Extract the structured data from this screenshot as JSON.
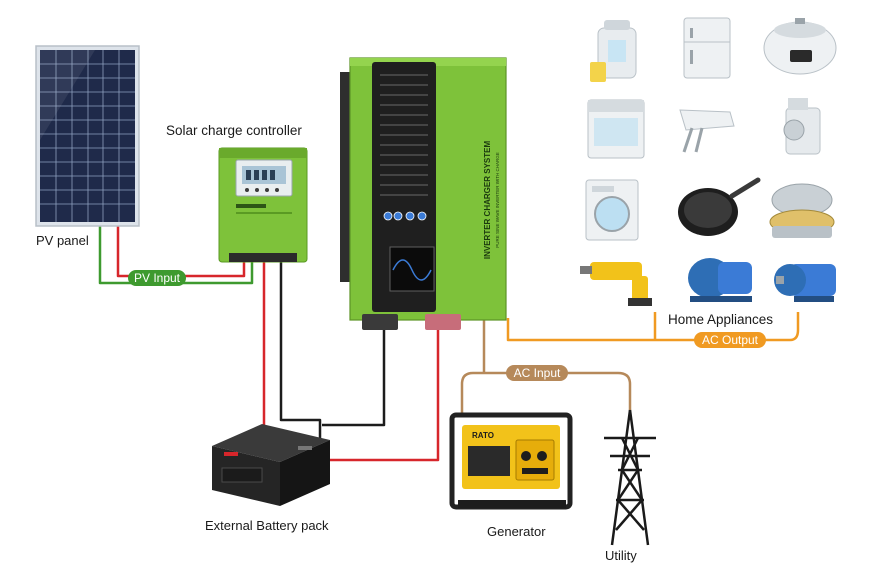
{
  "labels": {
    "pv_panel": "PV panel",
    "solar_charge_controller": "Solar charge controller",
    "home_appliances": "Home Appliances",
    "external_battery": "External Battery pack",
    "generator": "Generator",
    "utility": "Utility"
  },
  "connections": {
    "pv_input": "PV Input",
    "ac_input": "AC Input",
    "ac_output": "AC Output"
  },
  "inverter": {
    "side_text": "INVERTER CHARGER SYSTEM",
    "side_subtext": "PURE SINE WAVE INVERTER WITH CHARGE"
  },
  "generator": {
    "brand": "RATO"
  },
  "appliances": [
    "juicer-icon",
    "refrigerator-icon",
    "rice-cooker-icon",
    "dishwasher-icon",
    "hand-mixer-icon",
    "meat-grinder-icon",
    "washing-machine-icon",
    "frying-pan-icon",
    "waffle-maker-icon",
    "power-drill-icon",
    "water-pump-icon",
    "electric-motor-icon"
  ],
  "colors": {
    "inverter_green": "#7ec23a",
    "pv_wire_green": "#3e9a2f",
    "dc_positive_red": "#d7262b",
    "dc_negative_black": "#1c1c1c",
    "ac_input_brown": "#b6895a",
    "ac_output_orange": "#f09a22",
    "generator_yellow": "#f2c21a"
  }
}
